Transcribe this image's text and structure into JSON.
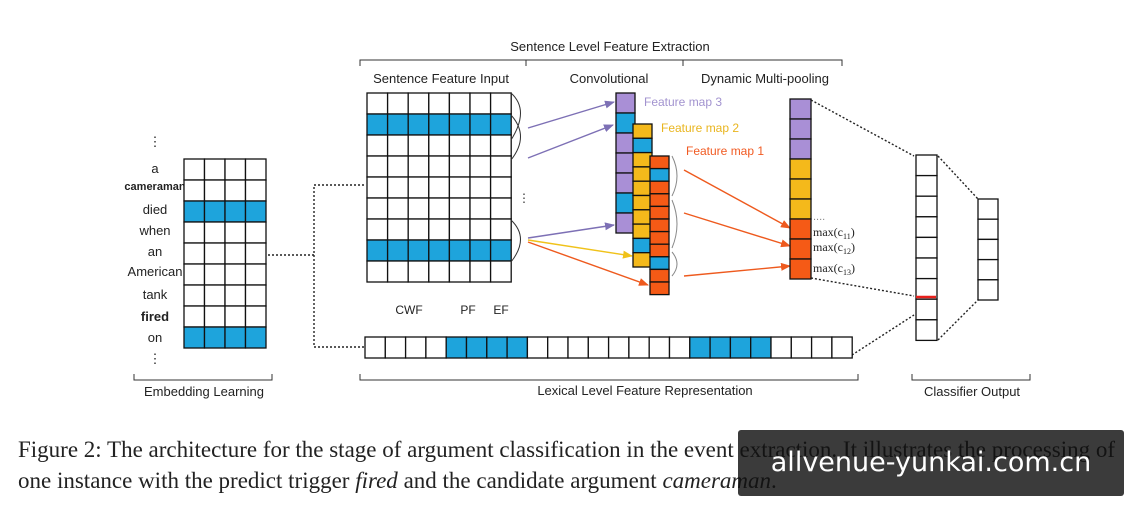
{
  "figure": {
    "header_title": "Sentence Level Feature Extraction",
    "col_input": "Sentence Feature Input",
    "col_conv": "Convolutional",
    "col_pool": "Dynamic Multi-pooling",
    "fmap3": "Feature map 3",
    "fmap2": "Feature map 2",
    "fmap1": "Feature map 1",
    "max_labels": [
      "max(c",
      "max(c",
      "max(c"
    ],
    "max_subs": [
      "11",
      "12",
      "13"
    ],
    "ellipsis_vertical": "⋮",
    "pool_dots": "....",
    "cwf": "CWF",
    "pf": "PF",
    "ef": "EF",
    "embedding_label": "Embedding Learning",
    "lexical_label": "Lexical Level Feature Representation",
    "classifier_label": "Classifier Output",
    "words": [
      {
        "text": "⋮",
        "style": "dots"
      },
      {
        "text": "a",
        "style": "normal"
      },
      {
        "text": "cameraman",
        "style": "bold-small"
      },
      {
        "text": "died",
        "style": "normal"
      },
      {
        "text": "when",
        "style": "normal"
      },
      {
        "text": "an",
        "style": "normal"
      },
      {
        "text": "American",
        "style": "normal"
      },
      {
        "text": "tank",
        "style": "normal"
      },
      {
        "text": "fired",
        "style": "bold"
      },
      {
        "text": "on",
        "style": "normal"
      },
      {
        "text": "⋮",
        "style": "dots"
      }
    ],
    "embedding_highlight_rows": [
      2,
      8
    ],
    "input_highlight_rows": [
      1,
      7
    ],
    "lexical_highlight_cells": [
      4,
      5,
      6,
      7,
      16,
      17,
      18,
      19
    ],
    "fmap3_colors": [
      "purple",
      "blue",
      "purple",
      "purple",
      "purple",
      "blue",
      "purple"
    ],
    "fmap2_colors": [
      "yellow",
      "blue",
      "yellow",
      "yellow",
      "yellow",
      "yellow",
      "yellow",
      "yellow",
      "blue",
      "yellow"
    ],
    "fmap1_colors": [
      "orange",
      "blue",
      "orange",
      "orange",
      "orange",
      "orange",
      "orange",
      "orange",
      "blue",
      "orange",
      "orange"
    ],
    "pool_colors": [
      "purple",
      "purple",
      "purple",
      "yellow",
      "yellow",
      "yellow",
      "orange",
      "orange",
      "orange"
    ],
    "colors": {
      "blue": "#1ea4dc",
      "purple": "#a98fd6",
      "yellow": "#f4b91b",
      "orange": "#f55a16",
      "fmap3_text": "#a293cf",
      "fmap2_text": "#e9b51f",
      "fmap1_text": "#f15a22",
      "arrow_purple": "#7d70b5",
      "arrow_yellow": "#f0c21a",
      "arrow_orange": "#ee5a1e",
      "red_line": "#e8201c"
    }
  },
  "caption": {
    "part1": "Figure 2: The architecture for the stage of argument classification in the event extraction. It illustrates the processing of one instance with the predict trigger ",
    "trigger": "fired",
    "part2": " and the candidate argument ",
    "argument": "cameraman",
    "part3": "."
  },
  "watermark": "allvenue-yunkai.com.cn"
}
